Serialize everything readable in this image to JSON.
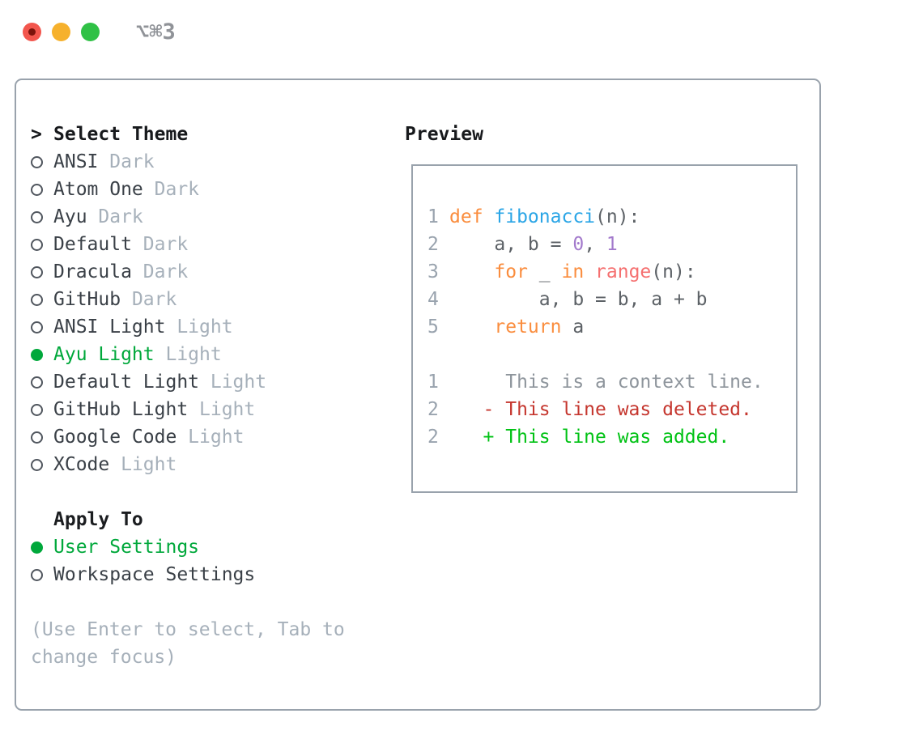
{
  "window": {
    "title": "⌥⌘3"
  },
  "theme_panel": {
    "header": {
      "marker": ">",
      "label": "Select Theme"
    },
    "themes": [
      {
        "name": "ANSI",
        "variant": "Dark",
        "selected": false
      },
      {
        "name": "Atom One",
        "variant": "Dark",
        "selected": false
      },
      {
        "name": "Ayu",
        "variant": "Dark",
        "selected": false
      },
      {
        "name": "Default",
        "variant": "Dark",
        "selected": false
      },
      {
        "name": "Dracula",
        "variant": "Dark",
        "selected": false
      },
      {
        "name": "GitHub",
        "variant": "Dark",
        "selected": false
      },
      {
        "name": "ANSI Light",
        "variant": "Light",
        "selected": false
      },
      {
        "name": "Ayu Light",
        "variant": "Light",
        "selected": true
      },
      {
        "name": "Default Light",
        "variant": "Light",
        "selected": false
      },
      {
        "name": "GitHub Light",
        "variant": "Light",
        "selected": false
      },
      {
        "name": "Google Code",
        "variant": "Light",
        "selected": false
      },
      {
        "name": "XCode",
        "variant": "Light",
        "selected": false
      }
    ],
    "apply_to": {
      "label": "Apply To",
      "options": [
        {
          "name": "User Settings",
          "selected": true
        },
        {
          "name": "Workspace Settings",
          "selected": false
        }
      ]
    },
    "help_text": "(Use Enter to select, Tab to change focus)"
  },
  "preview": {
    "label": "Preview",
    "lines": [
      {
        "num": "1",
        "tokens": [
          [
            "def ",
            "keyword"
          ],
          [
            "fibonacci",
            "func"
          ],
          [
            "(n):",
            "plain"
          ]
        ]
      },
      {
        "num": "2",
        "tokens": [
          [
            "    a, b = ",
            "plain"
          ],
          [
            "0",
            "number"
          ],
          [
            ", ",
            "plain"
          ],
          [
            "1",
            "number"
          ]
        ]
      },
      {
        "num": "3",
        "tokens": [
          [
            "    ",
            "plain"
          ],
          [
            "for",
            "keyword"
          ],
          [
            " _ ",
            "plain"
          ],
          [
            "in",
            "keyword"
          ],
          [
            " ",
            "plain"
          ],
          [
            "range",
            "builtin"
          ],
          [
            "(n):",
            "plain"
          ]
        ]
      },
      {
        "num": "4",
        "tokens": [
          [
            "        a, b = b, a + b",
            "plain"
          ]
        ]
      },
      {
        "num": "5",
        "tokens": [
          [
            "    ",
            "plain"
          ],
          [
            "return",
            "keyword"
          ],
          [
            " a",
            "plain"
          ]
        ]
      },
      {
        "num": "",
        "tokens": []
      },
      {
        "num": "1",
        "tokens": [
          [
            "     This is a context line.",
            "context"
          ]
        ]
      },
      {
        "num": "2",
        "tokens": [
          [
            "   - This line was deleted.",
            "deleted"
          ]
        ]
      },
      {
        "num": "2",
        "tokens": [
          [
            "   + This line was added.",
            "added"
          ]
        ]
      }
    ]
  },
  "colors": {
    "keyword": "#fa8d3e",
    "func": "#2aa5e6",
    "number": "#a37acc",
    "builtin": "#f57070",
    "plain": "#5c6166",
    "context": "#8e959c",
    "deleted": "#c5362e",
    "added": "#00c214",
    "lineno": "#99a3ae",
    "selected_green": "#00a83b"
  }
}
